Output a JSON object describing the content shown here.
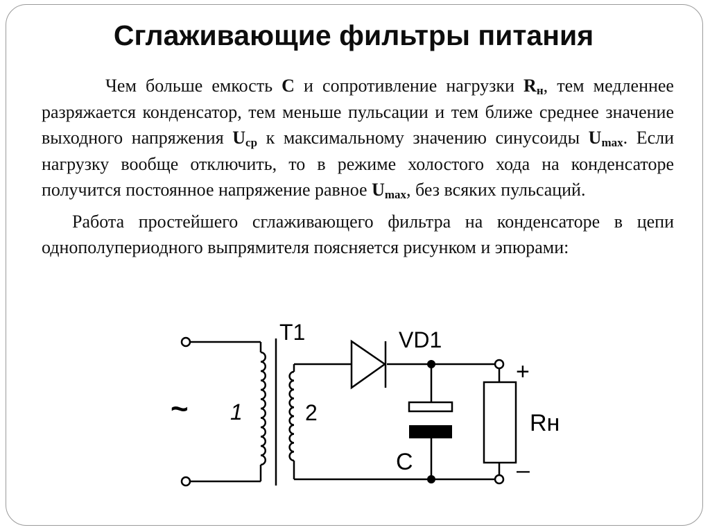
{
  "slide": {
    "title": "Сглаживающие фильтры питания",
    "paragraph1": {
      "t1": "Чем больше емкость ",
      "c": "C",
      "t2": " и сопротивление нагрузки ",
      "r": "R",
      "r_sub": "н",
      "t3": ", тем медленнее разряжается конденсатор, тем меньше пульсации и тем ближе среднее значение выходного напряжения ",
      "u1": "U",
      "u1_sub": "ср",
      "t4": " к максимальному значению синусоиды ",
      "u2": "U",
      "u2_sub": "max",
      "t5": ". Если нагрузку вообще отключить, то в режиме холостого хода на конденсаторе получится постоянное напряжение равное ",
      "u3": "U",
      "u3_sub": "max",
      "t6": ", без всяких пульсаций."
    },
    "paragraph2": "Работа простейшего сглаживающего фильтра на конденсаторе в цепи однополупериодного выпрямителя поясняется рисунком и эпюрами:"
  },
  "diagram": {
    "transformer_label": "T1",
    "diode_label": "VD1",
    "capacitor_label": "C",
    "load_label": "Rн",
    "primary_winding_label": "1",
    "secondary_winding_label": "2",
    "ac_source_symbol": "~",
    "plus_sign": "+",
    "minus_sign": "–",
    "line_color": "#000000"
  }
}
